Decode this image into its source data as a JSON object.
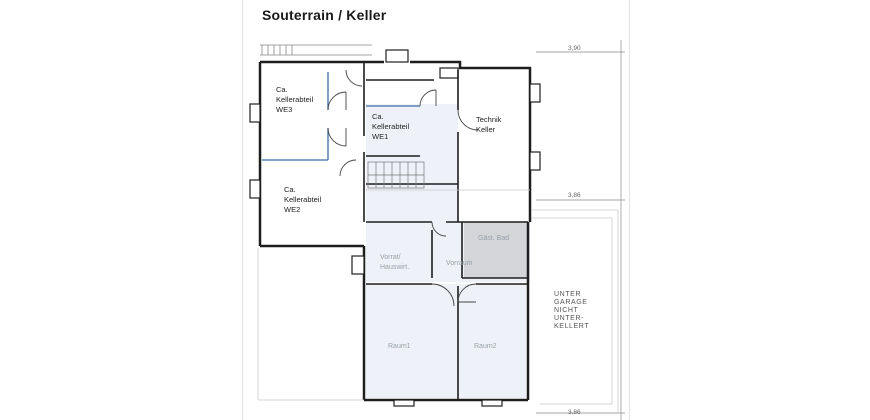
{
  "title": "Souterrain / Keller",
  "rooms": {
    "ca_kellerabteil_we3": [
      "Ca.",
      "Kellerabteil",
      "WE3"
    ],
    "ca_kellerabteil_we1": [
      "Ca.",
      "Kellerabteil",
      "WE1"
    ],
    "technik_keller": [
      "Technik",
      "Keller"
    ],
    "ca_kellerabteil_we2": [
      "Ca.",
      "Kellerabteil",
      "WE2"
    ],
    "vorrat_hauswirt": [
      "Vorrat/",
      "Hauswirt."
    ],
    "vorraum": "Vorraum",
    "gaestezimmer": "Gäst. Bad",
    "raum1": "Raum1",
    "raum2": "Raum2"
  },
  "dimensions": {
    "top": "3,90",
    "middle": "3,86",
    "bottom": "3,86"
  },
  "garage_note": [
    "UNTER",
    "GARAGE",
    "NICHT",
    "UNTER-",
    "KELLERT"
  ],
  "colors": {
    "room_fill_light": "#eef2f8",
    "room_fill_grey": "#d3d5d9",
    "wall": "#1e1e1e",
    "partition_blue": "#3d6ea6"
  }
}
